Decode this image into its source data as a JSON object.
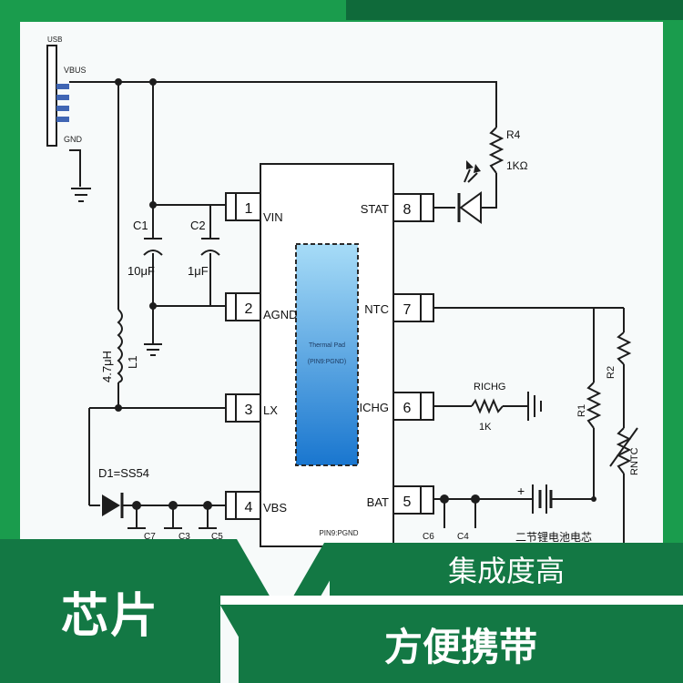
{
  "schematic": {
    "usb": {
      "label": "USB",
      "vbus": "VBUS",
      "gnd": "GND"
    },
    "chip": {
      "pad_line1": "Thermal Pad",
      "pad_line2": "(PIN9:PGND)",
      "pin9": "PIN9:PGND",
      "left_pins": [
        {
          "num": "1",
          "name": "VIN"
        },
        {
          "num": "2",
          "name": "AGND"
        },
        {
          "num": "3",
          "name": "LX"
        },
        {
          "num": "4",
          "name": "VBS"
        }
      ],
      "right_pins": [
        {
          "num": "8",
          "name": "STAT"
        },
        {
          "num": "7",
          "name": "NTC"
        },
        {
          "num": "6",
          "name": "ICHG"
        },
        {
          "num": "5",
          "name": "BAT"
        }
      ]
    },
    "c1": {
      "name": "C1",
      "value": "10μF"
    },
    "c2": {
      "name": "C2",
      "value": "1μF"
    },
    "r4": {
      "name": "R4",
      "value": "1KΩ"
    },
    "inductor": {
      "value": "4.7μH",
      "name": "L1"
    },
    "rich": {
      "name": "RICHG",
      "value": "1K"
    },
    "d1": "D1=SS54",
    "lower_caps": [
      "C7",
      "C3",
      "C5",
      "C6",
      "C4"
    ],
    "battery_label": "二节锂电池电芯",
    "ntc": {
      "r1": "R1",
      "r2": "R2",
      "rntc": "RNTC"
    }
  },
  "banners": {
    "left": "芯片",
    "top": "集成度高",
    "bottom": "方便携带"
  },
  "colors": {
    "frame": "#1a9c4d",
    "banner": "#137844",
    "pad_top": "#9fd6f4",
    "pad_bottom": "#1f7fd0"
  }
}
